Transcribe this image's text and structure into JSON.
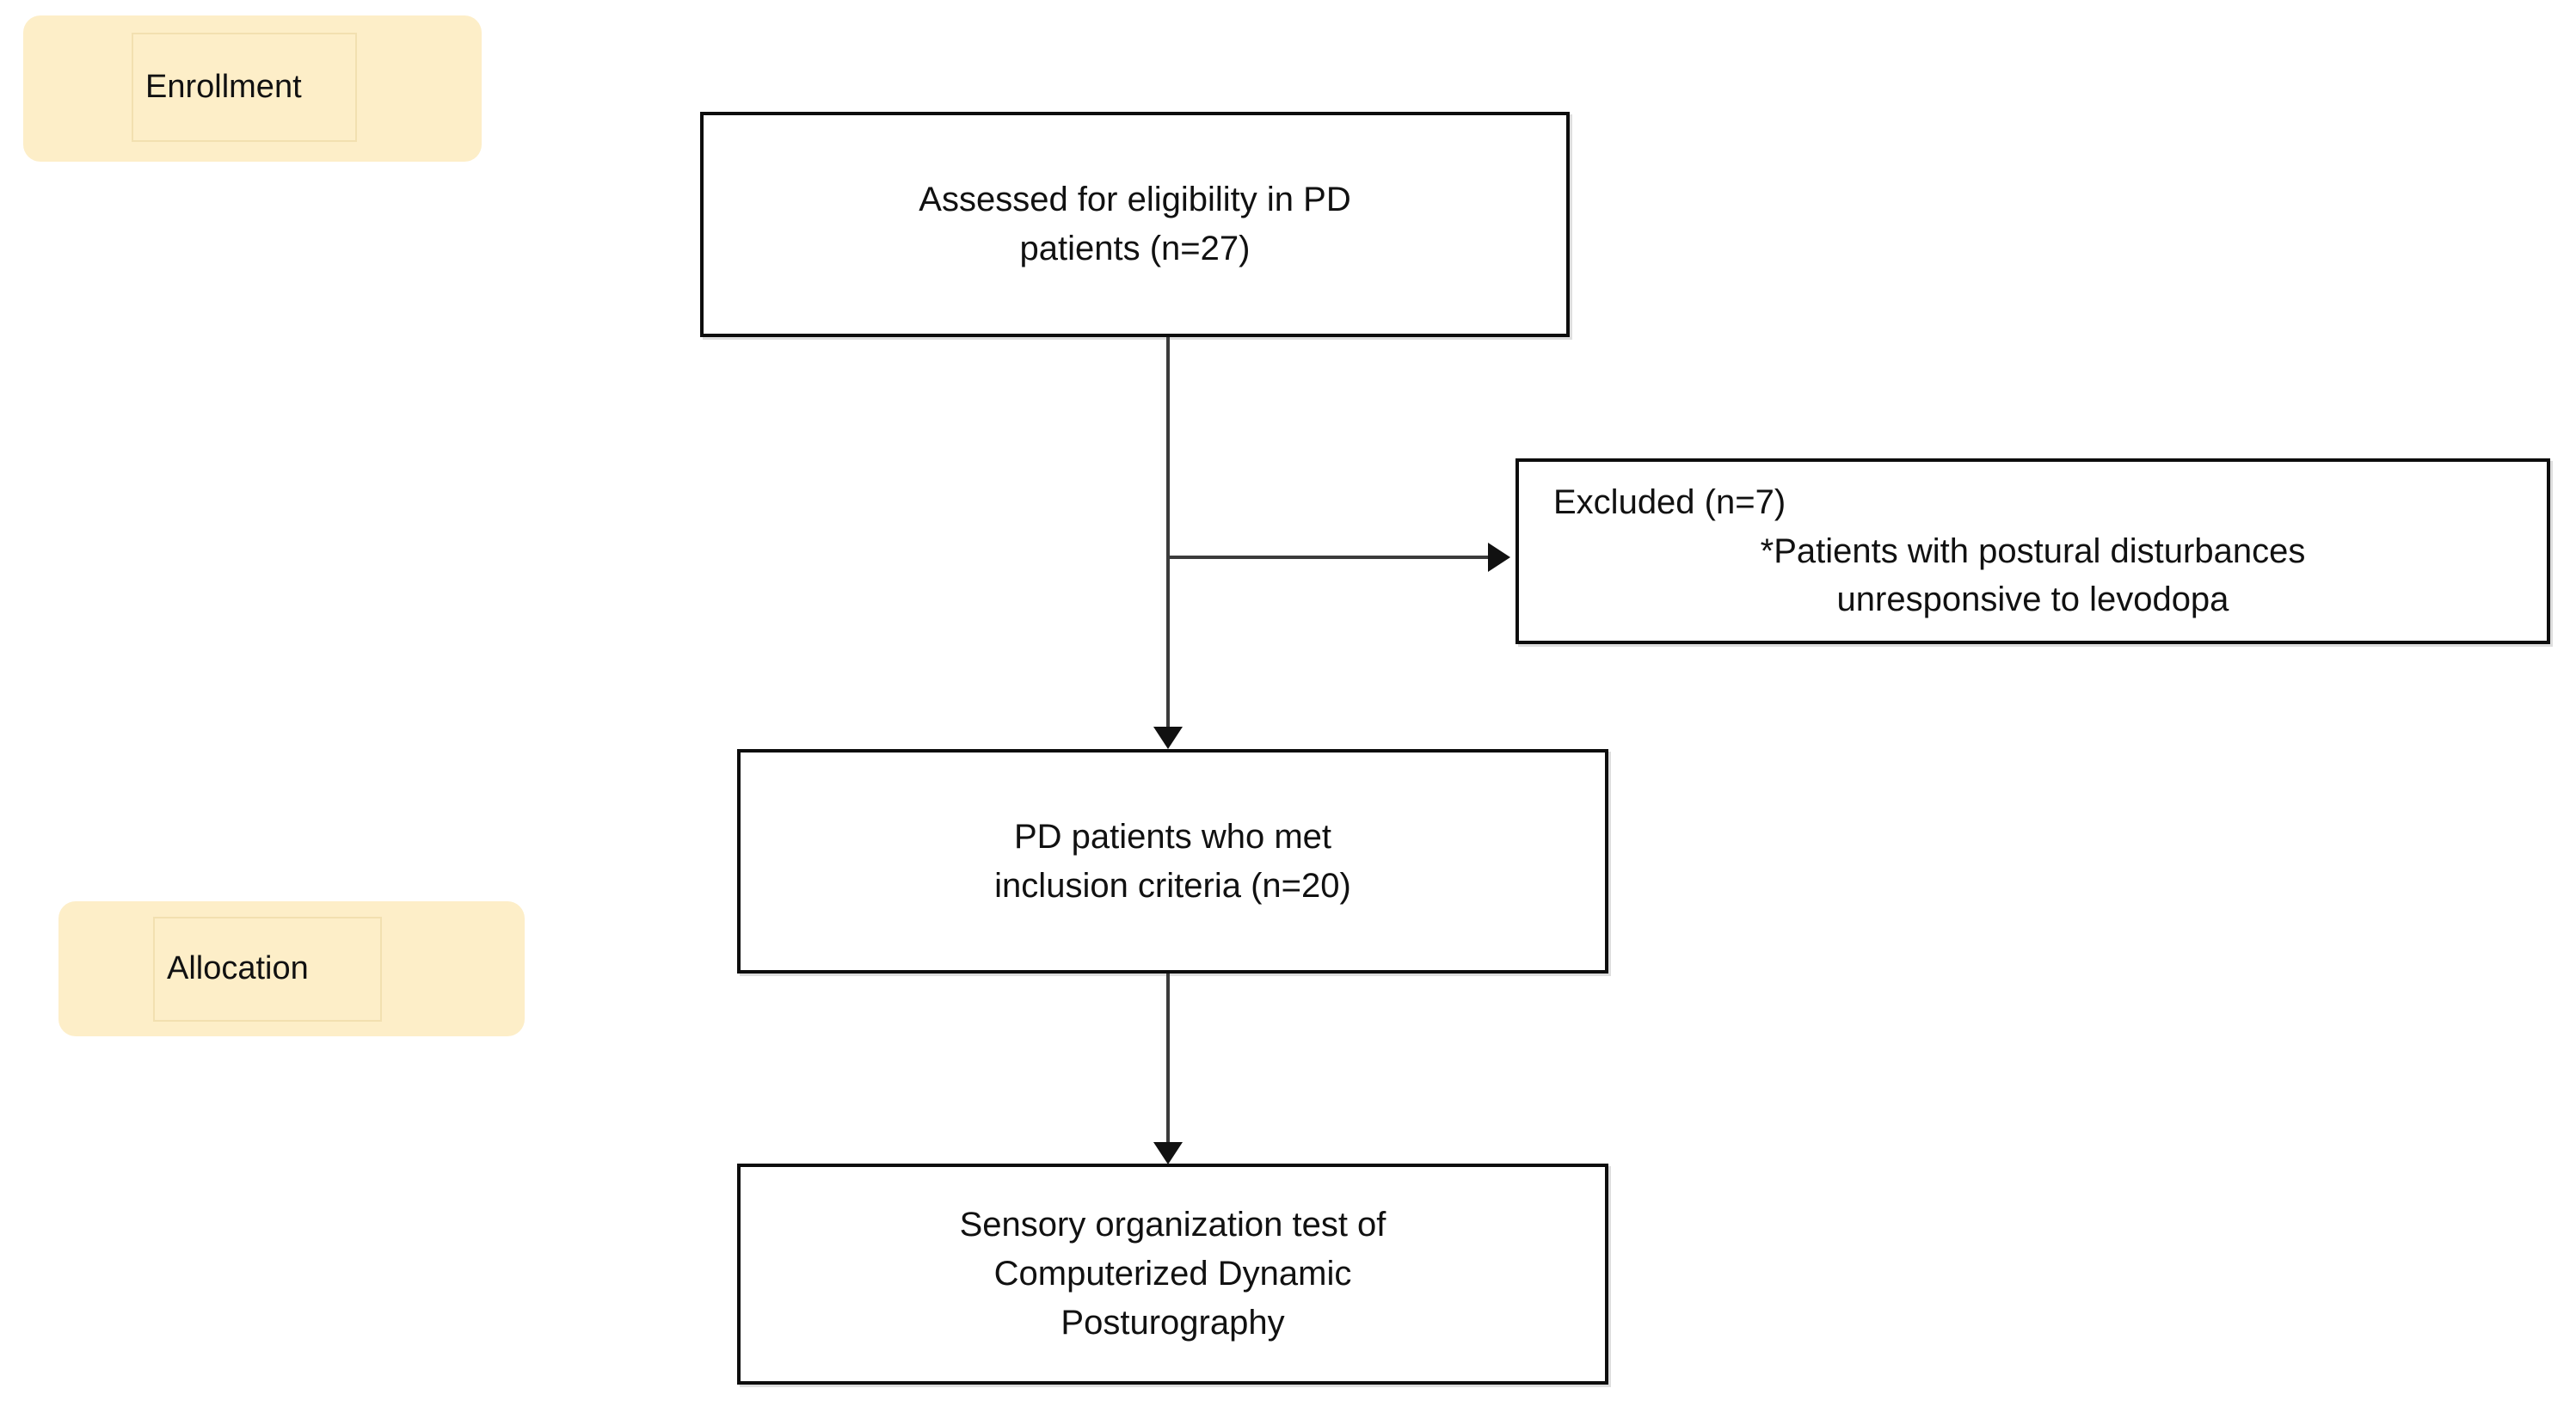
{
  "diagram": {
    "title": "PD patient enrollment and allocation flowchart",
    "type": "flowchart",
    "colors": {
      "phase_fill": "#fdeec8",
      "phase_border": "#ddb33f",
      "phase_inner_border": "#f2e0b0",
      "box_border": "#0d0d0d",
      "box_fill": "#ffffff",
      "connector": "#3b3b3b",
      "text": "#111111",
      "background": "#ffffff"
    },
    "phases": [
      {
        "id": "enrollment",
        "label": "Enrollment"
      },
      {
        "id": "allocation",
        "label": "Allocation"
      }
    ],
    "nodes": [
      {
        "id": "assessed",
        "lines": [
          "Assessed for eligibility in PD",
          "patients (n=27)"
        ],
        "align": "center",
        "n": 27
      },
      {
        "id": "excluded",
        "lines": [
          "Excluded (n=7)",
          "*Patients with postural disturbances",
          "unresponsive to levodopa"
        ],
        "align": "mixed",
        "n": 7
      },
      {
        "id": "included",
        "lines": [
          "PD patients who met",
          "inclusion criteria (n=20)"
        ],
        "align": "center",
        "n": 20
      },
      {
        "id": "sot",
        "lines": [
          "Sensory organization test of",
          "Computerized Dynamic",
          "Posturography"
        ],
        "align": "center"
      }
    ],
    "edges": [
      {
        "id": "assessed-to-included",
        "from": "assessed",
        "to": "included",
        "direction": "down"
      },
      {
        "id": "assessed-to-excluded",
        "from": "assessed",
        "to": "excluded",
        "direction": "right"
      },
      {
        "id": "included-to-sot",
        "from": "included",
        "to": "sot",
        "direction": "down"
      }
    ]
  }
}
